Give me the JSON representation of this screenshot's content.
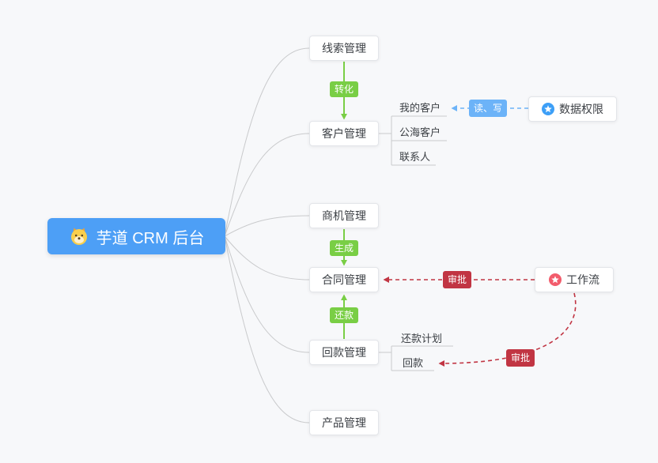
{
  "colors": {
    "bg": "#f7f8fa",
    "root_bg": "#4d9ff6",
    "node_bg": "#ffffff",
    "node_border": "#e3e5e9",
    "node_text": "#3b3f44",
    "green": "#79ce45",
    "blue_label": "#6cb3f8",
    "red_badge": "#c13543",
    "line_gray": "#c9cacc",
    "icon_blue": "#3d9ff7",
    "icon_red": "#f25c6c"
  },
  "root": {
    "label": "芋道 CRM 后台",
    "icon": "dog-face"
  },
  "branches": [
    {
      "id": "lead",
      "label": "线索管理"
    },
    {
      "id": "customer",
      "label": "客户管理"
    },
    {
      "id": "business",
      "label": "商机管理"
    },
    {
      "id": "contract",
      "label": "合同管理"
    },
    {
      "id": "receivable",
      "label": "回款管理"
    },
    {
      "id": "product",
      "label": "产品管理"
    }
  ],
  "customer_children": [
    {
      "label": "我的客户"
    },
    {
      "label": "公海客户"
    },
    {
      "label": "联系人"
    }
  ],
  "receivable_children": [
    {
      "label": "还款计划"
    },
    {
      "label": "回款"
    }
  ],
  "side_nodes": [
    {
      "id": "data-permission",
      "label": "数据权限",
      "icon": "star"
    },
    {
      "id": "workflow",
      "label": "工作流",
      "icon": "star"
    }
  ],
  "edge_labels": {
    "convert": "转化",
    "generate": "生成",
    "repayment": "还款",
    "read_write": "读、写",
    "approve_contract": "审批",
    "approve_receivable": "审批"
  }
}
